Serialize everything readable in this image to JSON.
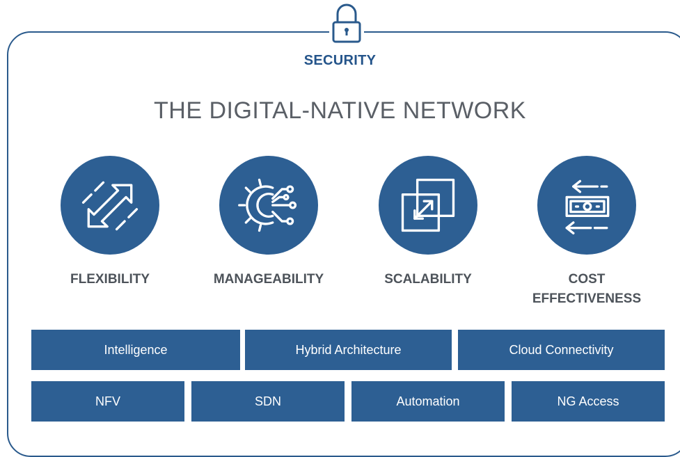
{
  "header": {
    "security_label": "SECURITY",
    "title": "THE DIGITAL-NATIVE NETWORK"
  },
  "pillars": [
    {
      "label": "FLEXIBILITY",
      "icon": "flexibility-arrows-icon"
    },
    {
      "label": "MANAGEABILITY",
      "icon": "gear-circuit-icon"
    },
    {
      "label": "SCALABILITY",
      "icon": "scale-squares-icon"
    },
    {
      "label": "COST EFFECTIVENESS",
      "label_line1": "COST",
      "label_line2": "EFFECTIVENESS",
      "icon": "money-exchange-icon"
    }
  ],
  "row1": [
    "Intelligence",
    "Hybrid Architecture",
    "Cloud Connectivity"
  ],
  "row2": [
    "NFV",
    "SDN",
    "Automation",
    "NG Access"
  ],
  "colors": {
    "primary": "#2d5f93",
    "border": "#2a5a8c",
    "text_gray": "#4d535a",
    "title_gray": "#5a5f66",
    "box_text": "#ffffff"
  }
}
